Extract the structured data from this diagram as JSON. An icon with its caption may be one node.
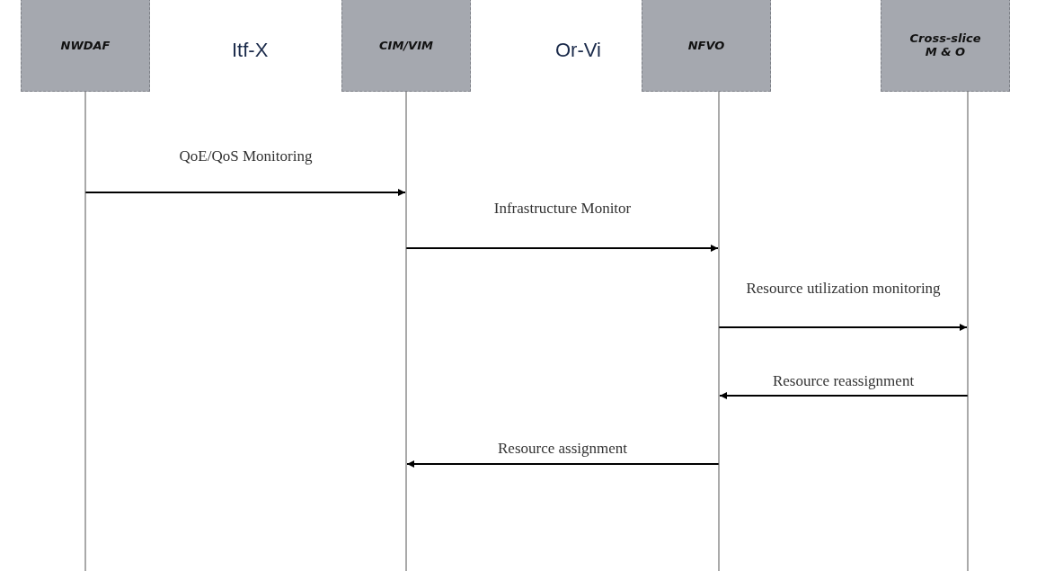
{
  "diagram": {
    "nodes": [
      {
        "text": [
          "NWDAF"
        ]
      },
      {
        "text": [
          "CIM/VIM"
        ]
      },
      {
        "text": [
          "NFVO"
        ]
      },
      {
        "text": [
          "Cross-slice M & O"
        ]
      }
    ],
    "edges": [
      {
        "from": 0,
        "to": 1,
        "arrow": "to",
        "label": "QoE/QoS Monitoring"
      },
      {
        "from": 1,
        "to": 2,
        "arrow": "to",
        "label": "Infrastructure Monitor"
      },
      {
        "from": 2,
        "to": 3,
        "arrow": "to",
        "label": "Resource utilization monitoring"
      },
      {
        "from": 3,
        "to": 2,
        "arrow": "to",
        "label": "Resource reassignment"
      },
      {
        "from": 2,
        "to": 1,
        "arrow": "to",
        "label": "Resource assignment"
      }
    ],
    "labels": [
      "Itf-X",
      "Or-Vi"
    ]
  }
}
